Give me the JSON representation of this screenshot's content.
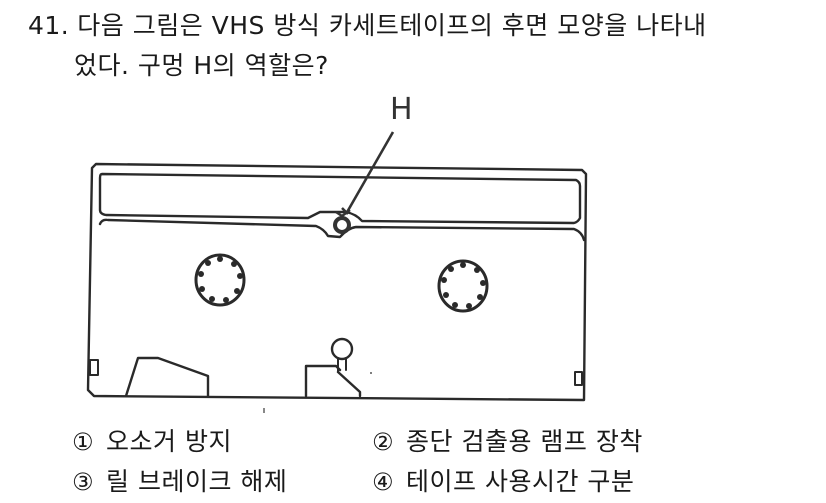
{
  "question": {
    "number": "41.",
    "line1": "다음 그림은 VHS 방식 카세트테이프의 후면 모양을 나타내",
    "line2": "었다. 구멍 H의 역할은?"
  },
  "figure": {
    "label": "H",
    "description": "VHS cassette tape rear view with hole H indicated by arrow"
  },
  "choices": [
    {
      "marker": "①",
      "text": "오소거 방지"
    },
    {
      "marker": "②",
      "text": "종단 검출용 램프 장착"
    },
    {
      "marker": "③",
      "text": "릴 브레이크 해제"
    },
    {
      "marker": "④",
      "text": "테이프 사용시간 구분"
    }
  ]
}
